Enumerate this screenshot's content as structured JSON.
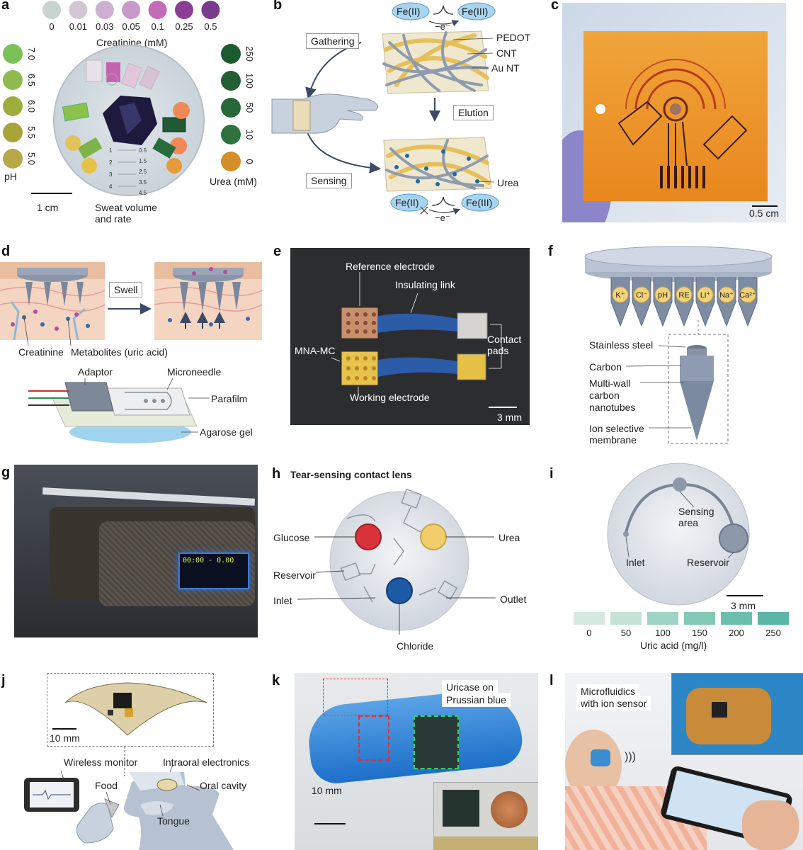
{
  "panels": {
    "a": {
      "label": "a",
      "creatinine_values": [
        "0",
        "0.01",
        "0.03",
        "0.05",
        "0.1",
        "0.25",
        "0.5"
      ],
      "creatinine_colors": [
        "#c9d3cf",
        "#d3c6d4",
        "#cdb0d0",
        "#c79ac9",
        "#c46bb8",
        "#8c3e95",
        "#7a3a8e"
      ],
      "creatinine_title": "Creatinine (mM)",
      "ph_values": [
        "7.0",
        "6.5",
        "6.0",
        "5.5",
        "5.0"
      ],
      "ph_colors": [
        "#7cc05a",
        "#8fba4e",
        "#9eae3c",
        "#a8a43a",
        "#b9a848"
      ],
      "ph_title": "pH",
      "urea_values": [
        "250",
        "100",
        "50",
        "10",
        "0"
      ],
      "urea_colors": [
        "#1e5a30",
        "#235f34",
        "#28693a",
        "#2f7240",
        "#d58f2a"
      ],
      "urea_title": "Urea (mM)",
      "scale": "1 cm",
      "sweat_line1": "Sweat volume",
      "sweat_line2": "and rate",
      "disc_ticks": [
        "0.5",
        "1.5",
        "2.5",
        "3.5",
        "4.5"
      ],
      "disc_nums": [
        "1",
        "2",
        "3",
        "4"
      ]
    },
    "b": {
      "label": "b",
      "fe2": "Fe(II)",
      "fe3": "Fe(III)",
      "electron": "−e⁻",
      "gathering": "Gathering",
      "pedot": "PEDOT",
      "cnt": "CNT",
      "au": "Au NT",
      "elution": "Elution",
      "sensing": "Sensing",
      "urea": "Urea"
    },
    "c": {
      "label": "c",
      "scale": "0.5 cm"
    },
    "d": {
      "label": "d",
      "swell": "Swell",
      "creatinine": "Creatinine",
      "metabolites": "Metabolites (uric acid)",
      "adaptor": "Adaptor",
      "microneedle": "Microneedle",
      "parafilm": "Parafilm",
      "agarose": "Agarose gel"
    },
    "e": {
      "label": "e",
      "reference": "Reference electrode",
      "insulating": "Insulating link",
      "contact1": "Contact",
      "contact2": "pads",
      "mna": "MNA-MC",
      "working": "Working electrode",
      "scale": "3 mm"
    },
    "f": {
      "label": "f",
      "ions": [
        "K⁺",
        "Cl⁻",
        "pH",
        "RE",
        "Li⁺",
        "Na⁺",
        "Ca²⁺"
      ],
      "steel": "Stainless steel",
      "carbon": "Carbon",
      "mwcnt1": "Multi-wall",
      "mwcnt2": "carbon",
      "mwcnt3": "nanotubes",
      "ism1": "Ion selective",
      "ism2": "membrane"
    },
    "g": {
      "label": "g",
      "display": "00:00 - 0.00"
    },
    "h": {
      "label": "h",
      "title": "Tear-sensing contact lens",
      "glucose": "Glucose",
      "urea": "Urea",
      "reservoir": "Reservoir",
      "inlet": "Inlet",
      "outlet": "Outlet",
      "chloride": "Chloride"
    },
    "i": {
      "label": "i",
      "sensing1": "Sensing",
      "sensing2": "area",
      "inlet": "Inlet",
      "reservoir": "Reservoir",
      "scale": "3 mm",
      "uric_values": [
        "0",
        "50",
        "100",
        "150",
        "200",
        "250"
      ],
      "uric_colors": [
        "#d6e9df",
        "#c4e3d6",
        "#9fd3c5",
        "#83c9b8",
        "#6cbfae",
        "#5cb5a5"
      ],
      "uric_title": "Uric acid (mg/l)"
    },
    "j": {
      "label": "j",
      "scale": "10 mm",
      "wireless": "Wireless monitor",
      "intraoral": "Intraoral electronics",
      "food": "Food",
      "oral": "Oral cavity",
      "tongue": "Tongue"
    },
    "k": {
      "label": "k",
      "uricase1": "Uricase on",
      "uricase2": "Prussian blue",
      "scale": "10 mm"
    },
    "l": {
      "label": "l",
      "micro1": "Microfluidics",
      "micro2": "with ion sensor"
    }
  }
}
